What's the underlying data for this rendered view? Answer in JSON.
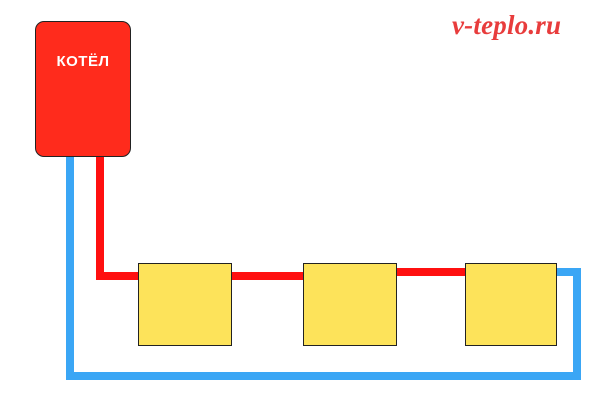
{
  "watermark": {
    "text": "v-teplo.ru"
  },
  "boiler": {
    "label": "КОТЁЛ"
  },
  "radiators": [
    {
      "id": 1
    },
    {
      "id": 2
    },
    {
      "id": 3
    }
  ],
  "colors": {
    "boiler": "#ff2b1c",
    "supply_pipe": "#ff1010",
    "return_pipe": "#3aa6f5",
    "radiator": "#fde35a",
    "watermark": "#e83c3c"
  }
}
